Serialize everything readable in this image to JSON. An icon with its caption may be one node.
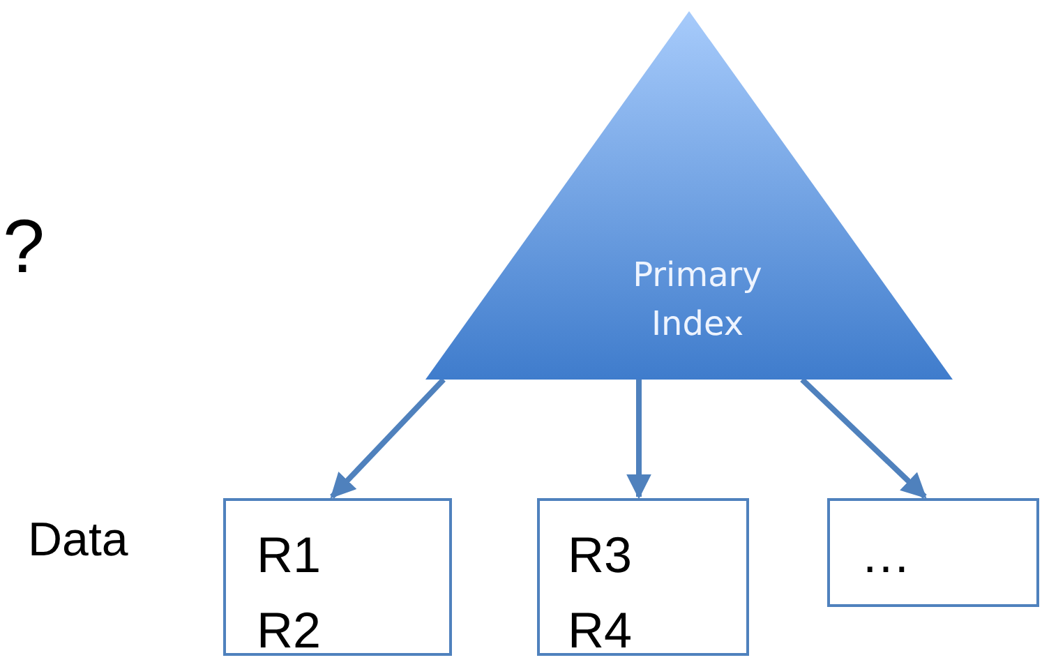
{
  "diagram": {
    "nodes": [
      {
        "text": [
          "Primary Index"
        ]
      },
      {
        "text": [
          "R1 R2"
        ]
      },
      {
        "text": [
          "R3 R4"
        ]
      },
      {
        "text": [
          "…"
        ]
      }
    ],
    "edges": [
      {
        "from": 0,
        "to": 1,
        "arrow": "to"
      },
      {
        "from": 0,
        "to": 2,
        "arrow": "to"
      },
      {
        "from": 0,
        "to": 3,
        "arrow": "to"
      }
    ],
    "labels": [
      "?",
      "Data"
    ]
  }
}
